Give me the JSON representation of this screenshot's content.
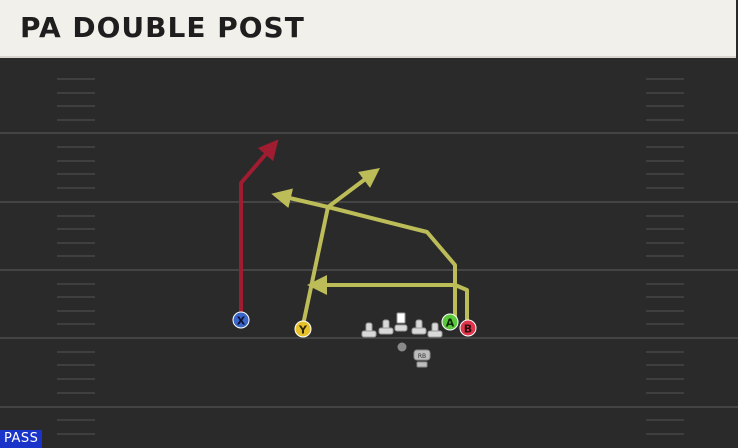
{
  "play": {
    "title": "PA DOUBLE POST",
    "type_badge": "PASS"
  },
  "players": [
    {
      "id": "x",
      "label": "X",
      "role": "receiver",
      "color": "#3a66c8"
    },
    {
      "id": "y",
      "label": "Y",
      "role": "receiver",
      "color": "#e8c22a"
    },
    {
      "id": "a",
      "label": "A",
      "role": "receiver",
      "color": "#5ac83a"
    },
    {
      "id": "b",
      "label": "B",
      "role": "receiver",
      "color": "#e0344a"
    },
    {
      "id": "rb",
      "label": "RB",
      "role": "running-back",
      "color": "#bdbdbd"
    }
  ],
  "route_colors": {
    "primary": "#a01c30",
    "secondary": "#bcbc58"
  },
  "field_colors": {
    "turf": "#2a2a2a",
    "yard_line": "#4a4a4a",
    "hash": "#3e3e3e"
  }
}
